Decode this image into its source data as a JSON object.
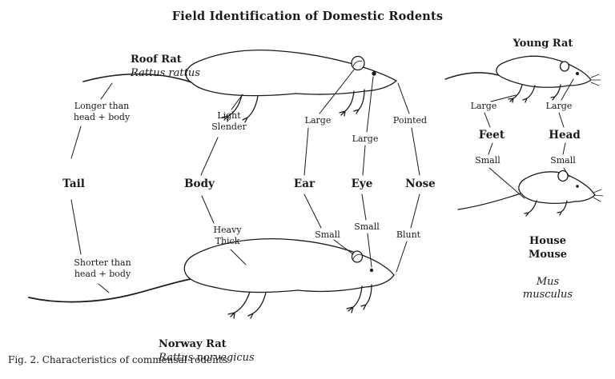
{
  "title": "Field Identification of Domestic Rodents",
  "caption": "Fig. 2. Characteristics of commensal rodents",
  "animals": {
    "roof_rat": {
      "name": "Roof Rat",
      "species": "Rattus rattus"
    },
    "norway_rat": {
      "name": "Norway Rat",
      "species": "Rattus norvegicus"
    },
    "young_rat": {
      "name": "Young Rat"
    },
    "house_mouse": {
      "name": "House Mouse",
      "species": "Mus musculus"
    }
  },
  "comparisons": [
    {
      "feature": "Tail",
      "roof_rat": "Longer than\nhead + body",
      "norway_rat": "Shorter than\nhead + body"
    },
    {
      "feature": "Body",
      "roof_rat": "Light\nSlender",
      "norway_rat": "Heavy\nThick"
    },
    {
      "feature": "Ear",
      "roof_rat": "Large",
      "norway_rat": "Small"
    },
    {
      "feature": "Eye",
      "roof_rat": "Large",
      "norway_rat": "Small"
    },
    {
      "feature": "Nose",
      "roof_rat": "Pointed",
      "norway_rat": "Blunt"
    }
  ],
  "right_comparisons": [
    {
      "feature": "Feet",
      "young_rat": "Large",
      "house_mouse": "Small"
    },
    {
      "feature": "Head",
      "young_rat": "Large",
      "house_mouse": "Small"
    }
  ],
  "colors": {
    "ink": "#1a1a1a",
    "background": "#ffffff"
  }
}
